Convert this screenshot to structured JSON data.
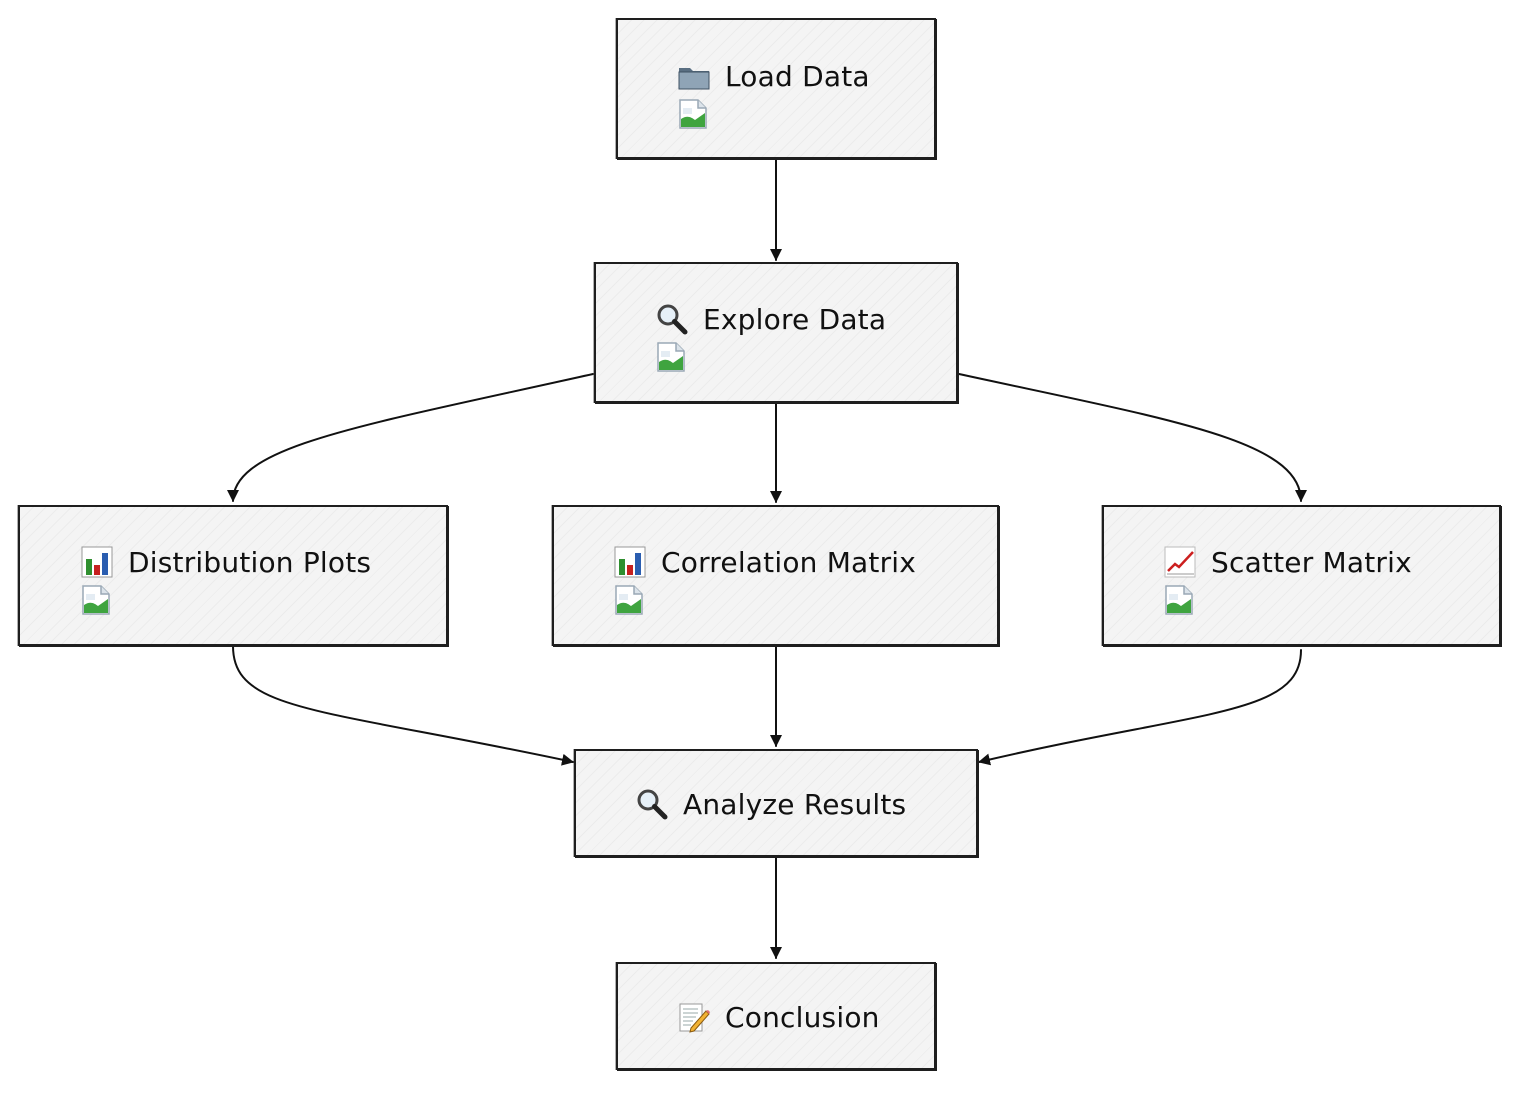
{
  "nodes": {
    "load": {
      "label": "Load Data",
      "icon": "folder-icon",
      "image": "broken-image-icon"
    },
    "explore": {
      "label": "Explore Data",
      "icon": "magnifier-icon",
      "image": "broken-image-icon"
    },
    "distribution": {
      "label": "Distribution Plots",
      "icon": "bar-chart-icon",
      "image": "broken-image-icon"
    },
    "correlation": {
      "label": "Correlation Matrix",
      "icon": "bar-chart-icon",
      "image": "broken-image-icon"
    },
    "scatter": {
      "label": "Scatter Matrix",
      "icon": "line-chart-icon",
      "image": "broken-image-icon"
    },
    "analyze": {
      "label": "Analyze Results",
      "icon": "magnifier-icon"
    },
    "conclusion": {
      "label": "Conclusion",
      "icon": "memo-icon"
    }
  },
  "edges": [
    {
      "from": "Load Data",
      "to": "Explore Data"
    },
    {
      "from": "Explore Data",
      "to": "Distribution Plots"
    },
    {
      "from": "Explore Data",
      "to": "Correlation Matrix"
    },
    {
      "from": "Explore Data",
      "to": "Scatter Matrix"
    },
    {
      "from": "Distribution Plots",
      "to": "Analyze Results"
    },
    {
      "from": "Correlation Matrix",
      "to": "Analyze Results"
    },
    {
      "from": "Scatter Matrix",
      "to": "Analyze Results"
    },
    {
      "from": "Analyze Results",
      "to": "Conclusion"
    }
  ]
}
